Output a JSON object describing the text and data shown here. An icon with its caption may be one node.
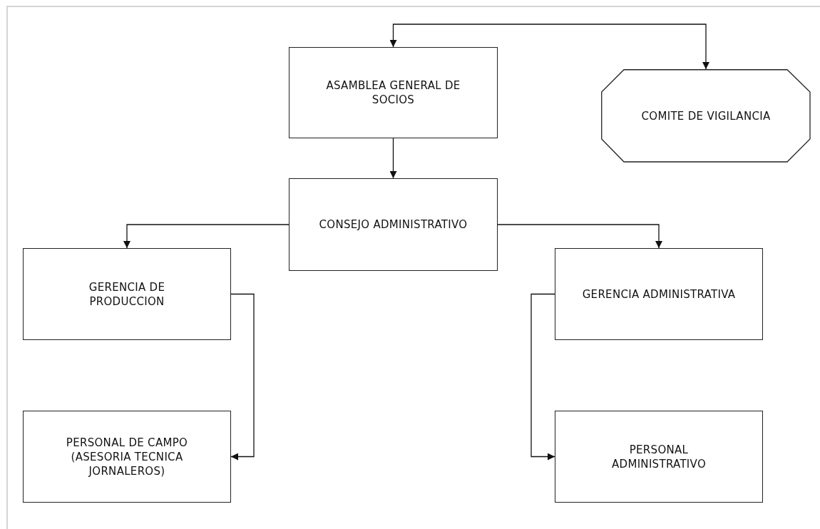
{
  "diagram": {
    "nodes": [
      {
        "text": [
          "ASAMBLEA GENERAL DE SOCIOS"
        ]
      },
      {
        "text": [
          "COMITE DE VIGILANCIA"
        ]
      },
      {
        "text": [
          "CONSEJO ADMINISTRATIVO"
        ]
      },
      {
        "text": [
          "GERENCIA DE PRODUCCION"
        ]
      },
      {
        "text": [
          "GERENCIA ADMINISTRATIVA"
        ]
      },
      {
        "text": [
          "PERSONAL DE CAMPO (ASESORIA TECNICA JORNALEROS)"
        ]
      },
      {
        "text": [
          "PERSONAL ADMINISTRATIVO"
        ]
      }
    ],
    "edges": [
      {
        "from": 0,
        "to": 1,
        "arrow": "both"
      },
      {
        "from": 0,
        "to": 2,
        "arrow": "to"
      },
      {
        "from": 2,
        "to": 3,
        "arrow": "to"
      },
      {
        "from": 2,
        "to": 4,
        "arrow": "to"
      },
      {
        "from": 3,
        "to": 5,
        "arrow": "to"
      },
      {
        "from": 4,
        "to": 6,
        "arrow": "to"
      }
    ]
  }
}
